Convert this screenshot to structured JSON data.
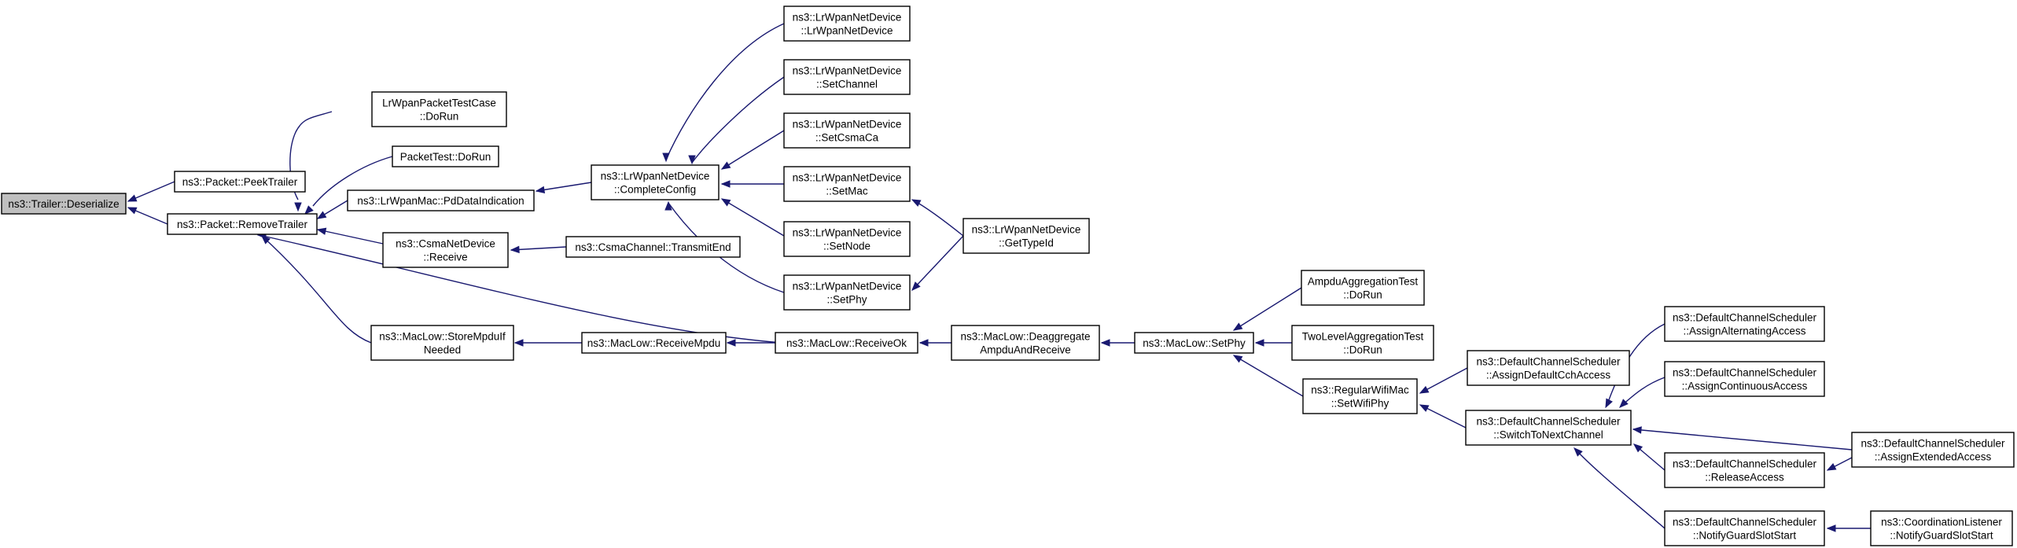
{
  "colors": {
    "edge": "#191970",
    "root_fill": "#bfbfbf",
    "node_fill": "#ffffff",
    "node_border": "#000000"
  },
  "nodes": {
    "trailer_deserialize": {
      "lines": [
        "ns3::Trailer::Deserialize"
      ]
    },
    "packet_peektrailer": {
      "lines": [
        "ns3::Packet::PeekTrailer"
      ]
    },
    "packet_removetrailer": {
      "lines": [
        "ns3::Packet::RemoveTrailer"
      ]
    },
    "lrwpanpackettestcase_dorun": {
      "lines": [
        "LrWpanPacketTestCase",
        "::DoRun"
      ]
    },
    "packettest_dorun": {
      "lines": [
        "PacketTest::DoRun"
      ]
    },
    "lrwpanmac_pddataindication": {
      "lines": [
        "ns3::LrWpanMac::PdDataIndication"
      ]
    },
    "csmanetdevice_receive": {
      "lines": [
        "ns3::CsmaNetDevice",
        "::Receive"
      ]
    },
    "maclow_storempduifneeded": {
      "lines": [
        "ns3::MacLow::StoreMpduIf",
        "Needed"
      ]
    },
    "lrwpannetdevice_completeconfig": {
      "lines": [
        "ns3::LrWpanNetDevice",
        "::CompleteConfig"
      ]
    },
    "csmachannel_transmitend": {
      "lines": [
        "ns3::CsmaChannel::TransmitEnd"
      ]
    },
    "maclow_receivempdu": {
      "lines": [
        "ns3::MacLow::ReceiveMpdu"
      ]
    },
    "lrwpannetdevice_ctor": {
      "lines": [
        "ns3::LrWpanNetDevice",
        "::LrWpanNetDevice"
      ]
    },
    "lrwpannetdevice_setchannel": {
      "lines": [
        "ns3::LrWpanNetDevice",
        "::SetChannel"
      ]
    },
    "lrwpannetdevice_setcsmaca": {
      "lines": [
        "ns3::LrWpanNetDevice",
        "::SetCsmaCa"
      ]
    },
    "lrwpannetdevice_setmac": {
      "lines": [
        "ns3::LrWpanNetDevice",
        "::SetMac"
      ]
    },
    "lrwpannetdevice_setnode": {
      "lines": [
        "ns3::LrWpanNetDevice",
        "::SetNode"
      ]
    },
    "lrwpannetdevice_setphy": {
      "lines": [
        "ns3::LrWpanNetDevice",
        "::SetPhy"
      ]
    },
    "maclow_receiveok": {
      "lines": [
        "ns3::MacLow::ReceiveOk"
      ]
    },
    "lrwpannetdevice_gettypeid": {
      "lines": [
        "ns3::LrWpanNetDevice",
        "::GetTypeId"
      ]
    },
    "maclow_deaggregateampdu": {
      "lines": [
        "ns3::MacLow::Deaggregate",
        "AmpduAndReceive"
      ]
    },
    "maclow_setphy": {
      "lines": [
        "ns3::MacLow::SetPhy"
      ]
    },
    "ampduaggregationtest_dorun": {
      "lines": [
        "AmpduAggregationTest",
        "::DoRun"
      ]
    },
    "twolevelaggregationtest_dorun": {
      "lines": [
        "TwoLevelAggregationTest",
        "::DoRun"
      ]
    },
    "regularwifimac_setwifiphy": {
      "lines": [
        "ns3::RegularWifiMac",
        "::SetWifiPhy"
      ]
    },
    "dcs_assigndefaultcchaccess": {
      "lines": [
        "ns3::DefaultChannelScheduler",
        "::AssignDefaultCchAccess"
      ]
    },
    "dcs_switchtonextchannel": {
      "lines": [
        "ns3::DefaultChannelScheduler",
        "::SwitchToNextChannel"
      ]
    },
    "dcs_assignalternatingaccess": {
      "lines": [
        "ns3::DefaultChannelScheduler",
        "::AssignAlternatingAccess"
      ]
    },
    "dcs_assigncontinuousaccess": {
      "lines": [
        "ns3::DefaultChannelScheduler",
        "::AssignContinuousAccess"
      ]
    },
    "dcs_releaseaccess": {
      "lines": [
        "ns3::DefaultChannelScheduler",
        "::ReleaseAccess"
      ]
    },
    "dcs_notifyguardslotstart": {
      "lines": [
        "ns3::DefaultChannelScheduler",
        "::NotifyGuardSlotStart"
      ]
    },
    "dcs_assignextendedaccess": {
      "lines": [
        "ns3::DefaultChannelScheduler",
        "::AssignExtendedAccess"
      ]
    },
    "coordinationlistener_notifyguardslotstart": {
      "lines": [
        "ns3::CoordinationListener",
        "::NotifyGuardSlotStart"
      ]
    }
  }
}
